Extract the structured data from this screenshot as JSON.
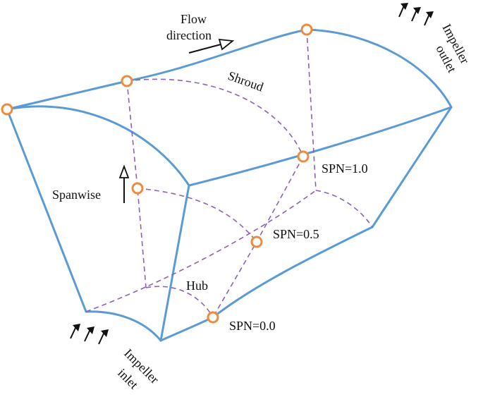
{
  "labels": {
    "flow_line1": "Flow",
    "flow_line2": "direction",
    "outlet_line1": "Impeller",
    "outlet_line2": "outlet",
    "inlet_line1": "Impeller",
    "inlet_line2": "inlet",
    "shroud": "Shroud",
    "spanwise": "Spanwise",
    "hub": "Hub",
    "spn_top": "SPN=1.0",
    "spn_mid": "SPN=0.5",
    "spn_bottom": "SPN=0.0"
  },
  "colors": {
    "edge": "#5b9bd5",
    "guide": "#8a63b3",
    "marker": "#ef8a3c",
    "text": "#111111"
  }
}
